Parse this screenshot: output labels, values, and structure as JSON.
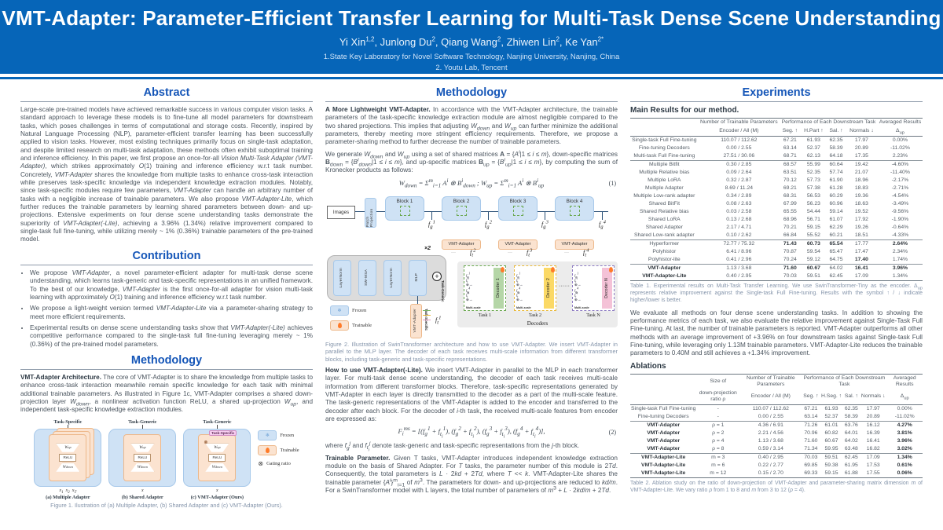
{
  "header": {
    "title": "VMT-Adapter: Parameter-Efficient Transfer Learning for Multi-Task Dense Scene Understanding",
    "authors_html": "Yi Xin<sup>1,2</sup>, Junlong Du<sup>2</sup>, Qiang Wang<sup>2</sup>, Zhiwen Lin<sup>2</sup>, Ke Yan<sup>2*</sup>",
    "affiliation1": "1.State Key Laboratory for Novel Software Technology, Nanjing University, Nanjing, China",
    "affiliation2": "2. Youtu Lab, Tencent"
  },
  "abstract": {
    "title": "Abstract",
    "text_html": "Large-scale pre-trained models have achieved remarkable success in various computer vision tasks. A standard approach to leverage these models is to fine-tune all model parameters for downstream tasks, which poses challenges in terms of computational and storage costs. Recently, inspired by Natural Language Processing (NLP), parameter-efficient transfer learning has been successfully applied to vision tasks. However, most existing techniques primarily focus on single-task adaptation, and despite limited research on multi-task adaptation, these methods often exhibit suboptimal training and inference efficiency. In this paper, we first propose an once-for-all <i>Vision Multi-Task Adapter (VMT-Adapter)</i>, which strikes approximately <i>O</i>(1) training and inference efficiency w.r.t task number. Concretely, <i>VMT-Adapter</i> shares the knowledge from multiple tasks to enhance cross-task interaction while preserves task-specific knowledge via independent knowledge extraction modules. Notably, since task-specific modules require few parameters, <i>VMT-Adapter</i> can handle an arbitrary number of tasks with a negligible increase of trainable parameters. We also propose <i>VMT-Adapter-Lite</i>, which further reduces the trainable parameters by learning shared parameters between down- and up-projections. Extensive experiments on four dense scene understanding tasks demonstrate the superiority of <i>VMT-Adapter(-Lite)</i>, achieving a 3.96% (1.34%) relative improvement compared to single-task full fine-tuning, while utilizing merely ~ 1% (0.36%) trainable parameters of the pre-trained model."
  },
  "contribution": {
    "title": "Contribution",
    "bullets_html": [
      "We propose <i>VMT-Adapter</i>, a novel parameter-efficient adapter for multi-task dense scene understanding, which learns task-generic and task-specific representations in an unified framework. To the best of our knowledge, <i>VMT-Adapter</i> is the first once-for-all adapter for vision multi-task learning with approximately <i>O</i>(1) training and inference efficiency w.r.t task number.",
      "We propose a light-weight version termed <i>VMT-Adapter-Lite</i> via a parameter-sharing strategy to meet more efficient requirements.",
      "Experimental results on dense scene understanding tasks show that <i>VMT-Adapter(-Lite)</i> achieves competitive performance compared to the single-task full fine-tuning leveraging merely ~ 1% (0.36%) of the pre-trained model parameters."
    ]
  },
  "methodology_left": {
    "title": "Methodology",
    "heading": "VMT-Adapter Architecture.",
    "text_html": "The core of VMT-Adapter is to share the knowledge from multiple tasks to enhance cross-task interaction meanwhile remain specific knowledge for each task with minimal additional trainable parameters. As illustrated in Figure 1c, VMT-Adapter comprises a shared down-projection layer <i>W<sub>down</sub></i>, a nonlinear activation function ReLU, a shared up-projection <i>W<sub>up</sub></i>, and independent task-specific knowledge extraction modules."
  },
  "figure1": {
    "wup_html": "W<sub>up</sub>",
    "relu": "ReLU",
    "wdown_html": "W<sub>down</sub>",
    "panels": [
      {
        "top": "Task-Specific",
        "inputs_html": "x<sub>1</sub>&nbsp;&nbsp;x<sub>2</sub>&nbsp;&nbsp;x<sub>T</sub>",
        "cap": "(a) Multiple Adapter"
      },
      {
        "top": "Task-Generic",
        "inputs_html": "x",
        "cap": "(b) Shared Adapter"
      },
      {
        "top": "Task-Generic",
        "badge": "Task-Specific",
        "inputs_html": "x",
        "cap": "(c) VMT-Adapter (Ours)"
      }
    ],
    "legend": {
      "frozen": "Frozen",
      "trainable": "Trainable",
      "gating": "Gating ratio",
      "gate_symbol": "⊗"
    },
    "caption": "Figure 1. Ilustration of (a) Multiple Adapter, (b) Shared Adapter and (c) VMT-Adapter (Ours)."
  },
  "methodology_mid": {
    "title": "Methodology",
    "h1": "A More Lightweight VMT-Adapter.",
    "p1_html": "In accordance with the VMT-Adapter architecture, the trainable parameters of the task-specific knowledge extraction module are almost negligible compared to the two shared projections. This implies that adjusting <i>W<sub>down</sub></i> and <i>W<sub>up</sub></i> can further minimize the additional parameters, thereby meeting more stringent efficiency requirements. Therefore, we propose a parameter-sharing method to further decrease the number of trainable parameters.",
    "p2_html": "We generate <i>W<sub>down</sub></i> and <i>W<sub>up</sub></i> using a set of shared matrices <b>A</b> = {<i>A<sup>i</sup></i>|1 ≤ <i>i</i> ≤ <i>m</i>}, down-specific matrices <b>B</b><sub>down</sub> = {<i>B<sup>i</sup><sub>down</sub></i>|1 ≤ <i>i</i> ≤ <i>m</i>}, and up-specific matrices <b>B</b><sub>up</sub> = {<i>B<sup>i</sup><sub>up</sub></i>|1 ≤ <i>i</i> ≤ <i>m</i>}, by computing the sum of Kronecker products as follows:",
    "eq1_html": "W<sub>down</sub> = Σ<sup>m</sup><sub>i=1</sub> A<sup>i</sup> ⊗ B<sup>i</sup><sub>down</sub> ;  W<sub>up</sub> = Σ<sup>m</sup><sub>i=1</sub> A<sup>i</sup> ⊗ B<sup>i</sup><sub>up</sub>",
    "eq1_num": "(1)",
    "h2": "How to use VMT-Adapter(-Lite).",
    "p3_html": "We insert VMT-Adapter in parallel to the MLP in each transformer layer. For multi-task dense scene understanding, the decoder of each task receives multi-scale information from different transformer blocks. Therefore, task-specific representations generated by VMT-Adapter in each layer is directly transmitted to the decoder as a part of the multi-scale feature. The task-generic representations of the VMT-Adapter is added to the encoder and transferred to the decoder after each block. For the decoder of <i>i</i>-th task, the received multi-scale features from encoder are expressed as:",
    "eq2_html": "F<sub>i</sub><sup>ms</sup> = [(f<sub>g</sub><sup>1</sup> + f<sub>t<sub>i</sub></sub><sup>1</sup>), (f<sub>g</sub><sup>2</sup> + f<sub>t<sub>i</sub></sub><sup>2</sup>), (f<sub>g</sub><sup>3</sup> + f<sub>t<sub>i</sub></sub><sup>3</sup>), (f<sub>g</sub><sup>4</sup> + f<sub>t<sub>i</sub></sub><sup>4</sup>)],",
    "eq2_num": "(2)",
    "p4_html": "where <i>f<sub>g</sub><sup>j</sup></i> and <i>f<sub>t<sub>i</sub></sub><sup>j</sup></i> denote task-generic and task-specific representations from the <i>j</i>-th block.",
    "h3": "Trainable Parameter.",
    "p5_html": "Given T tasks, VMT-Adapter introduces independent knowledge extraction module on the basis of Shared Adapter. For <i>T</i> tasks, the parameter number of this module is 2<i>Td</i>. Consequently, the total parameters is <i>L</i> · 2<i>kd</i> + 2<i>Td</i>, where <i>T</i> &lt;&lt; <i>k</i>. VMT-Adapter-Lite shares the trainable parameter {<i>A<sup>i</sup></i>}<sup>m</sup><sub>i=1</sub> of <i>m</i><sup>3</sup>. The parameters for down- and up-projections are reduced to <i>kd/m</i>. For a SwinTransformer model with L layers, the total number of parameters of <i>m</i><sup>3</sup> + <i>L</i> · 2<i>kd</i>/<i>m</i> + 2<i>Td</i>."
  },
  "figure2": {
    "images": "Images",
    "patch": "Patch Projection",
    "blocks": [
      "Block 1",
      "Block 2",
      "Block 3",
      "Block 4"
    ],
    "fg_html": [
      "f<sub>g</sub><sup>1</sup>",
      "f<sub>g</sub><sup>2</sup>",
      "f<sub>g</sub><sup>3</sup>",
      "f<sub>g</sub><sup>4</sup>"
    ],
    "adapter": "VMT-Adapter",
    "ft_html": [
      "f<sub>t</sub><sup>2</sup>",
      "f<sub>t</sub><sup>3</sup>",
      "f<sub>t</sub><sup>4</sup>"
    ],
    "ft1_html": "f<sub>t</sub><sup>1</sup>",
    "dots": "···",
    "times2": "×2",
    "inner_boxes": [
      "LayerNorm",
      "SW-MSA",
      "LayerNorm",
      "MLP"
    ],
    "plus": "+",
    "task_generic": "Task-Generic",
    "task_specific": "Task-Specific",
    "legend": {
      "frozen": "Frozen",
      "trainable": "Trainable"
    },
    "decoders": {
      "tasks": [
        {
          "name": "Task 1",
          "decoder": "Decoder 1",
          "color": "#b5d6a7",
          "border": "#6aa84f"
        },
        {
          "name": "Task 2",
          "decoder": "Decoder 2",
          "color": "#fbd966",
          "border": "#e9b93a"
        },
        {
          "name": "Task N",
          "decoder": "Decoder N",
          "color": "#f4c2d7",
          "border": "#8e7cc3"
        }
      ],
      "f_labels_html": [
        "f<sub>g</sub><sup>1</sup>",
        "f<sub>t</sub><sup>1</sup>",
        "f<sub>g</sub><sup>4</sup>",
        "f<sub>t</sub><sup>4</sup>"
      ],
      "multiscale": "Multi-scale",
      "between_dots": "······",
      "label": "Decoders"
    },
    "caption": "Figure 2. Illustration of SwinTransformer architecture and how to use VMT-Adapter. We insert VMT-Adapter in parallel to the MLP layer. The decoder of each task receives multi-scale information from different transformer blocks, including task-generic and task-specific representations."
  },
  "experiments": {
    "title": "Experiments",
    "main_heading": "Main Results for our method.",
    "table1": {
      "head": [
        [
          {
            "t": ""
          },
          {
            "t": "Number of Trainable Parameters"
          },
          {
            "t": "Performance of Each Downstream Task",
            "cs": 4
          },
          {
            "t": "Averaged Results"
          }
        ],
        [
          {
            "t": ""
          },
          {
            "t": "Encoder / All (M)"
          },
          {
            "t": "Seg. ↑"
          },
          {
            "t": "H.Part ↑"
          },
          {
            "t": "Sal. ↑"
          },
          {
            "t": "Normals ↓"
          },
          {
            "t": "Δ<sub>up</sub>",
            "html": true
          }
        ]
      ],
      "groups": [
        [
          [
            "Single-task Full Fine-tuning",
            "110.07 / 112.62",
            "67.21",
            "61.93",
            "62.35",
            "17.97",
            "0.00%"
          ],
          [
            "Fine-tuning Decoders",
            "0.00 / 2.55",
            "63.14",
            "52.37",
            "58.39",
            "20.89",
            "-11.02%"
          ],
          [
            "Multi-task Full Fine-tuning",
            "27.51 / 30.06",
            "68.71",
            "62.13",
            "64.18",
            "17.35",
            "2.23%"
          ]
        ],
        [
          [
            "Multiple Bitfit",
            "0.30 / 2.85",
            "68.57",
            "55.99",
            "60.64",
            "19.42",
            "-4.60%"
          ],
          [
            "Multiple Relative bias",
            "0.09 / 2.64",
            "63.51",
            "52.35",
            "57.74",
            "21.07",
            "-11.40%"
          ],
          [
            "Multiple LoRA",
            "0.32 / 2.87",
            "70.12",
            "57.73",
            "61.90",
            "18.96",
            "-2.17%"
          ],
          [
            "Multiple Adapter",
            "8.69 / 11.24",
            "69.21",
            "57.38",
            "61.28",
            "18.83",
            "-2.71%"
          ],
          [
            "Multiple Low-rank adapter",
            "0.34 / 2.89",
            "68.31",
            "56.53",
            "60.29",
            "19.36",
            "-4.54%"
          ],
          [
            "Shared BitFit",
            "0.08 / 2.63",
            "67.99",
            "56.23",
            "60.96",
            "18.63",
            "-3.49%"
          ],
          [
            "Shared Relative bias",
            "0.03 / 2.58",
            "65.55",
            "54.44",
            "59.14",
            "19.52",
            "-9.56%"
          ],
          [
            "Shared LoRA",
            "0.13 / 2.68",
            "68.96",
            "56.71",
            "61.07",
            "17.92",
            "-1.90%"
          ],
          [
            "Shared Adapter",
            "2.17 / 4.71",
            "70.21",
            "59.15",
            "62.29",
            "19.26",
            "-0.64%"
          ],
          [
            "Shared Low-rank adapter",
            "0.10 / 2.62",
            "66.84",
            "55.52",
            "60.21",
            "18.51",
            "-4.33%"
          ]
        ],
        [
          [
            "Hyperformer",
            "72.77 / 75.32",
            "**71.43**",
            "**60.73**",
            "**65.54**",
            "17.77",
            "**2.64%**"
          ],
          [
            "Polyhistor",
            "6.41 / 8.96",
            "70.87",
            "59.54",
            "65.47",
            "17.47",
            "2.34%"
          ],
          [
            "Polyhistor-lite",
            "0.41 / 2.96",
            "70.24",
            "59.12",
            "64.75",
            "**17.40**",
            "1.74%"
          ]
        ],
        [
          [
            "**VMT-Adapter**",
            "1.13 / 3.68",
            "**71.60**",
            "**60.67**",
            "64.02",
            "**16.41**",
            "**3.96%**"
          ],
          [
            "**VMT-Adapter-Lite**",
            "0.40 / 2.95",
            "70.03",
            "59.51",
            "62.45",
            "17.09",
            "1.34%"
          ]
        ]
      ]
    },
    "table1_caption_html": "Table 1. Experimental results on Multi-Task Transfer Learning. We use SwinTransformer-Tiny as the encoder. Δ<sub>up</sub> represents relative improvement against the Single-task Full Fine-tuning. Results with the symbol ↑ / ↓ indicate higher/lower is better.",
    "paragraph": "We evaluate all methods on four dense scene understanding tasks. In addition to showing the performance metrics of each task, we also evaluate the relative improvement against Single-Task Full Fine-tuning. At last, the number of trainable parameters is reported. VMT-Adapter outperforms all other methods with an average improvement of +3.96% on four downstream tasks against Single-task Full Fine-tuning, while leveraging only 1.13M trainable parameters. VMT-Adapter-Lite reduces the trainable parameters to 0.40M and still achieves a +1.34% improvement.",
    "ablations_heading": "Ablations",
    "table2": {
      "head": [
        [
          {
            "t": ""
          },
          {
            "t": "Size of"
          },
          {
            "t": "Number of Trainable Parameters"
          },
          {
            "t": "Performance of Each Downstream Task",
            "cs": 4
          },
          {
            "t": "Averaged Results"
          }
        ],
        [
          {
            "t": ""
          },
          {
            "t": "down-projection ratio ρ"
          },
          {
            "t": "Encoder / All (M)"
          },
          {
            "t": "Seg. ↑"
          },
          {
            "t": "H.Seg. ↑"
          },
          {
            "t": "Sal. ↑"
          },
          {
            "t": "Normals ↓"
          },
          {
            "t": "Δ<sub>up</sub>",
            "html": true
          }
        ]
      ],
      "groups": [
        [
          [
            "Single-task Full Fine-tuning",
            "-",
            "110.07 / 112.62",
            "67.21",
            "61.93",
            "62.35",
            "17.97",
            "0.00%"
          ],
          [
            "Fine-tuning Decoders",
            "-",
            "0.00 / 2.55",
            "63.14",
            "52.37",
            "58.39",
            "20.89",
            "-11.02%"
          ]
        ],
        [
          [
            "**VMT-Adapter**",
            "ρ = 1",
            "4.36 / 6.91",
            "71.26",
            "61.01",
            "63.76",
            "16.12",
            "**4.27%**"
          ],
          [
            "**VMT-Adapter**",
            "ρ = 2",
            "2.21 / 4.56",
            "70.96",
            "60.82",
            "64.01",
            "16.39",
            "**3.81%**"
          ],
          [
            "**VMT-Adapter**",
            "ρ = 4",
            "1.13 / 3.68",
            "71.60",
            "60.67",
            "64.02",
            "16.41",
            "**3.96%**"
          ],
          [
            "**VMT-Adapter**",
            "ρ = 8",
            "0.59 / 3.14",
            "71.34",
            "59.95",
            "63.48",
            "16.82",
            "**3.02%**"
          ]
        ],
        [
          [
            "**VMT-Adapter-Lite**",
            "m = 3",
            "0.40 / 2.95",
            "70.03",
            "59.51",
            "62.45",
            "17.09",
            "**1.34%**"
          ],
          [
            "**VMT-Adapter-Lite**",
            "m = 6",
            "0.22 / 2.77",
            "69.85",
            "59.38",
            "61.95",
            "17.53",
            "**0.61%**"
          ],
          [
            "**VMT-Adapter-Lite**",
            "m = 12",
            "0.15 / 2.70",
            "69.33",
            "59.15",
            "61.88",
            "17.55",
            "**0.06%**"
          ]
        ]
      ]
    },
    "table2_caption_html": "Table 2. Ablation study on the ratio of down-projection of VMT-Adapter and parameter-sharing matrix dimension <i>m</i> of VMT-Adapter-Lite. We vary ratio <i>ρ</i> from 1 to 8 and <i>m</i> from 3 to 12 (<i>ρ</i> = 4)."
  }
}
